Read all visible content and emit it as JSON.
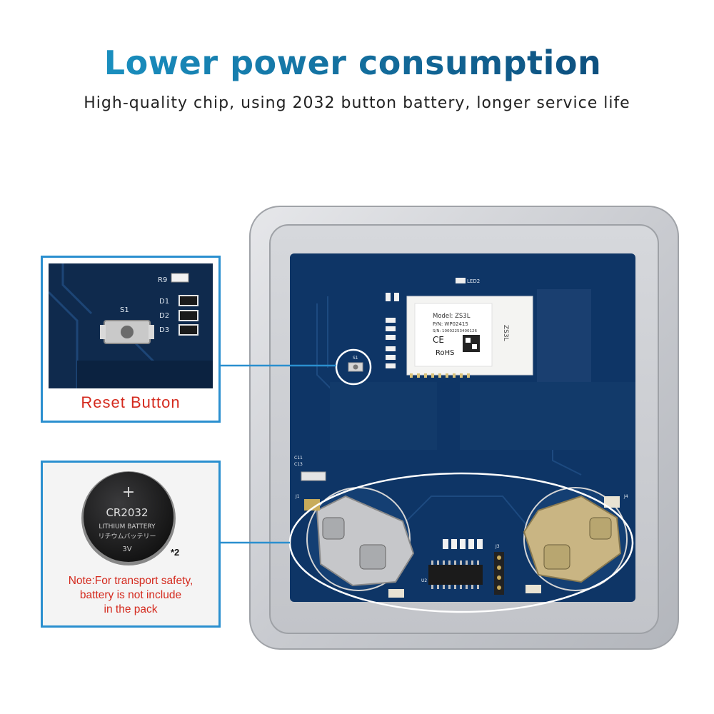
{
  "header": {
    "title": "Lower power consumption",
    "subtitle": "High-quality chip, using 2032 button battery, longer service life"
  },
  "colors": {
    "title_gradient_start": "#1a8fbf",
    "title_gradient_end": "#0d4f7e",
    "callout_border": "#2a8fcf",
    "note_red": "#d42a1e",
    "pcb_blue": "#0e3566"
  },
  "reset_callout": {
    "label": "Reset Button",
    "pcb_labels": {
      "s1": "S1",
      "r9": "R9",
      "d1": "D1",
      "d2": "D2",
      "d3": "D3"
    }
  },
  "battery_callout": {
    "battery_model": "CR2032",
    "battery_type": "LITHIUM BATTERY",
    "battery_jp": "リチウムバッテリー",
    "battery_voltage": "3V",
    "battery_plus": "+",
    "quantity": "*2",
    "note_line1": "Note:For transport safety,",
    "note_line2": "battery is not include",
    "note_line3": "in the pack"
  },
  "module": {
    "model": "Model: ZS3L",
    "pn": "P/N: WP02415",
    "sn": "S/N: 100022534001​26",
    "ce": "CE",
    "rohs": "RoHS",
    "side_label": "ZS3L"
  },
  "pcb_silkscreen": {
    "led": "LED2",
    "s1": "S1",
    "c11": "C11",
    "c13": "C13",
    "j1": "J1",
    "j4": "J4",
    "u2": "U2",
    "j3": "J3"
  }
}
